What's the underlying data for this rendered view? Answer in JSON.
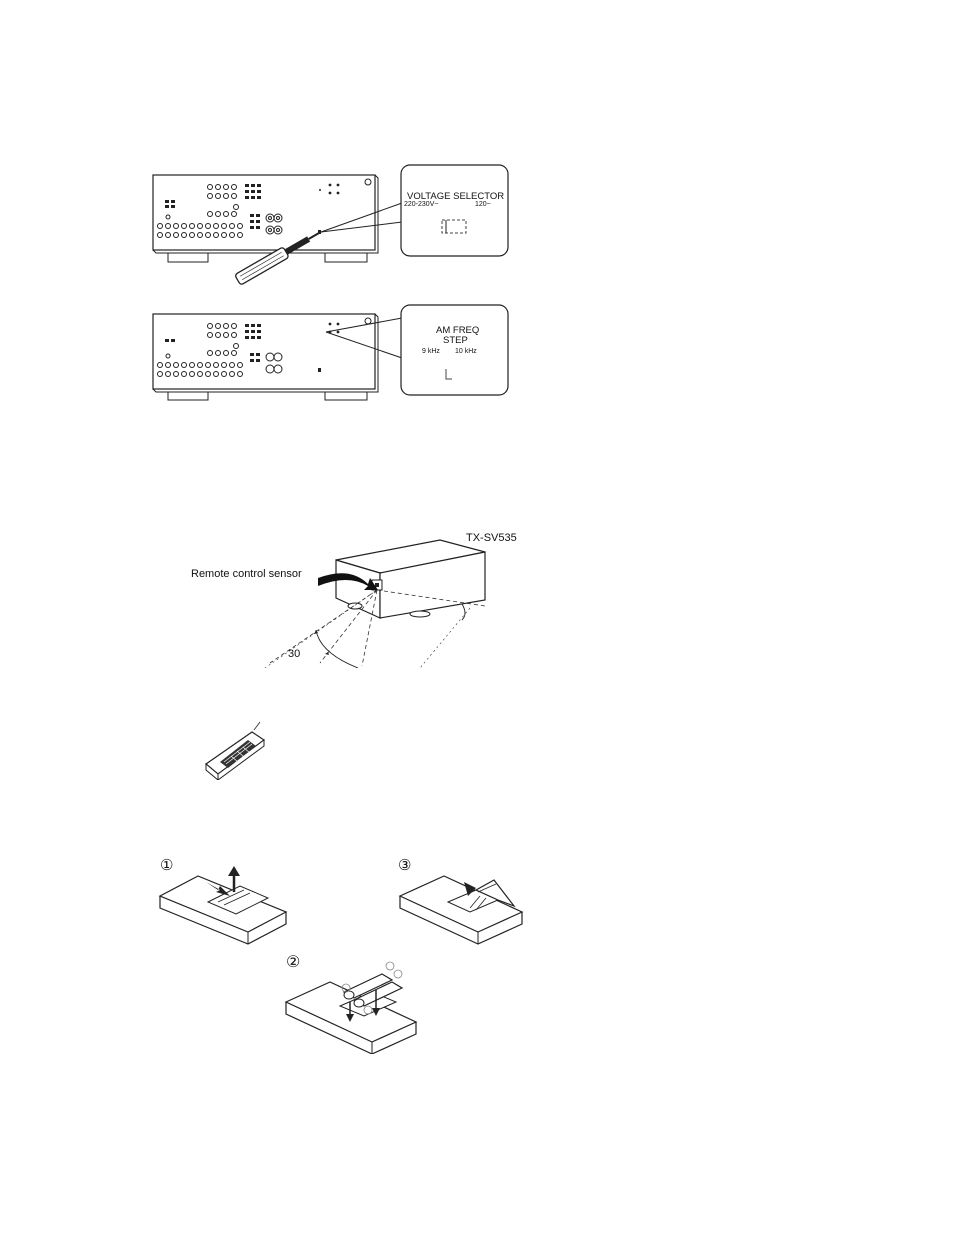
{
  "voltage_figure": {
    "callout_title": "VOLTAGE SELECTOR",
    "option_a": "220-230V~",
    "option_b": "120~"
  },
  "am_figure": {
    "callout_line1": "AM FREQ",
    "callout_line2": "STEP",
    "option_a": "9 kHz",
    "option_b": "10 kHz"
  },
  "sensor_figure": {
    "model": "TX-SV535",
    "sensor_label": "Remote control sensor",
    "angle": "30"
  },
  "battery_figure": {
    "step1": "①",
    "step2": "②",
    "step3": "③"
  }
}
